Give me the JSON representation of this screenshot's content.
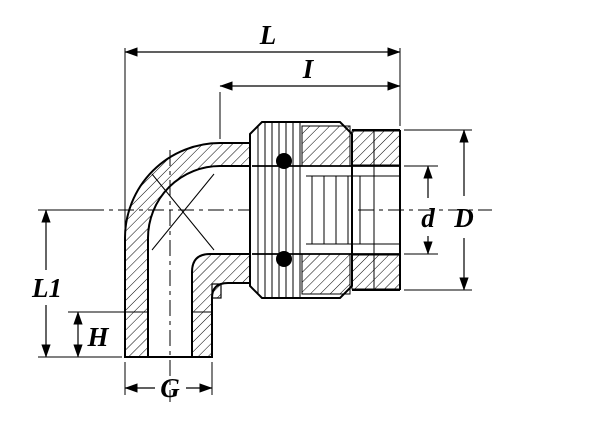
{
  "drawing": {
    "background": "#ffffff",
    "line_color": "#000000",
    "labels": {
      "length_overall": "L",
      "insert_depth": "I",
      "bore_diameter": "d",
      "outer_diameter": "D",
      "height_overall": "L1",
      "thread_height": "H",
      "thread_size": "G"
    }
  }
}
